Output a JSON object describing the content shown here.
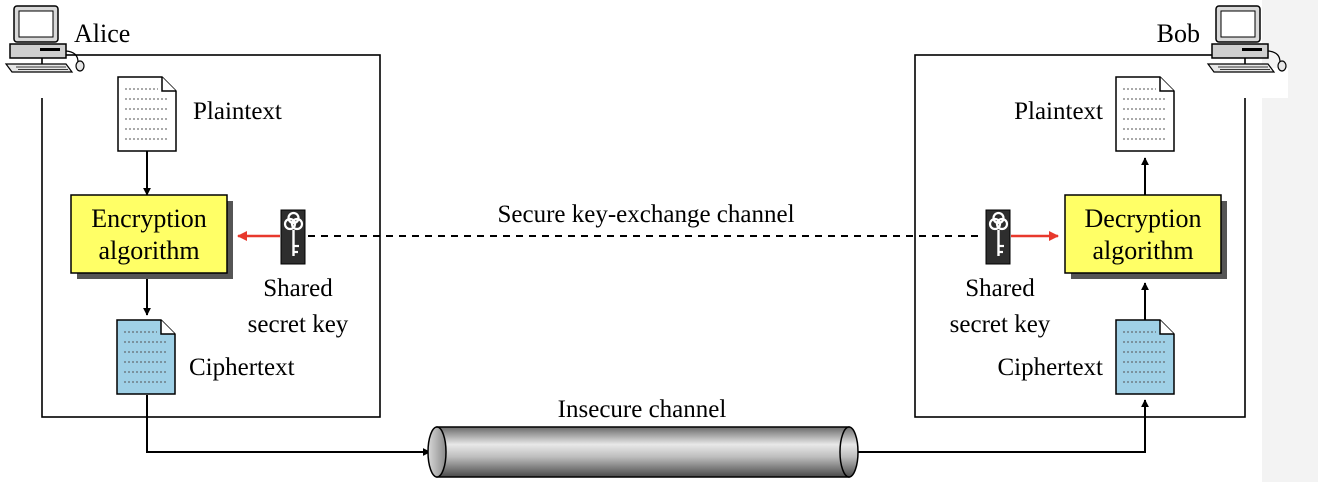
{
  "sender": {
    "name": "Alice"
  },
  "receiver": {
    "name": "Bob"
  },
  "sender_side": {
    "plaintext_label": "Plaintext",
    "algorithm_line1": "Encryption",
    "algorithm_line2": "algorithm",
    "key_label_line1": "Shared",
    "key_label_line2": "secret key",
    "ciphertext_label": "Ciphertext"
  },
  "receiver_side": {
    "plaintext_label": "Plaintext",
    "algorithm_line1": "Decryption",
    "algorithm_line2": "algorithm",
    "key_label_line1": "Shared",
    "key_label_line2": "secret key",
    "ciphertext_label": "Ciphertext"
  },
  "channels": {
    "secure_label": "Secure key-exchange channel",
    "insecure_label": "Insecure channel"
  },
  "colors": {
    "algorithm_box": "#ffff66",
    "ciphertext_doc": "#9fd0e6",
    "key_arrow": "#e8382c",
    "line": "#000000"
  },
  "icons": {
    "computer": "computer-icon",
    "document": "document-icon",
    "key": "key-icon",
    "pipe": "pipe-icon"
  }
}
